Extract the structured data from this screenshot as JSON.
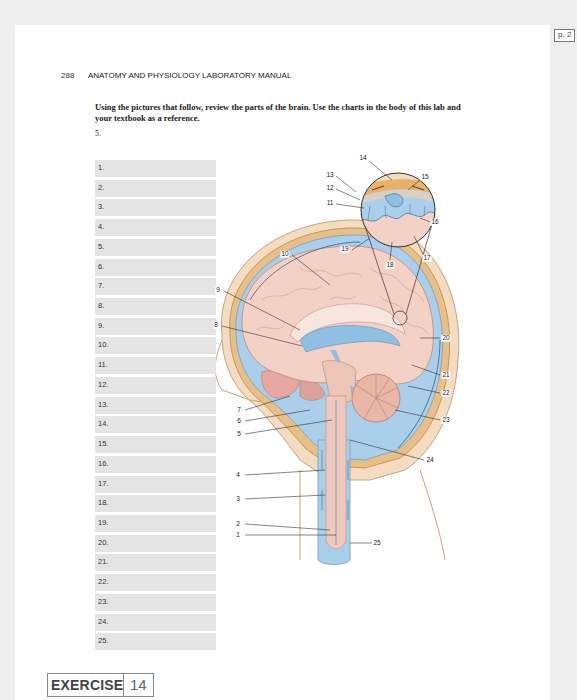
{
  "diagram": {
    "nodes": [
      {
        "text": [
          "p. 2"
        ]
      },
      {
        "text": [
          "1."
        ]
      },
      {
        "text": [
          "2."
        ]
      },
      {
        "text": [
          "3."
        ]
      },
      {
        "text": [
          "4."
        ]
      },
      {
        "text": [
          "5."
        ]
      },
      {
        "text": [
          "6."
        ]
      },
      {
        "text": [
          "7."
        ]
      },
      {
        "text": [
          "8."
        ]
      },
      {
        "text": [
          "9."
        ]
      },
      {
        "text": [
          "10."
        ]
      },
      {
        "text": [
          "11."
        ]
      },
      {
        "text": [
          "12."
        ]
      },
      {
        "text": [
          "13."
        ]
      },
      {
        "text": [
          "14."
        ]
      },
      {
        "text": [
          "15."
        ]
      },
      {
        "text": [
          "16."
        ]
      },
      {
        "text": [
          "17."
        ]
      },
      {
        "text": [
          "18."
        ]
      },
      {
        "text": [
          "19."
        ]
      },
      {
        "text": [
          "20."
        ]
      },
      {
        "text": [
          "21."
        ]
      },
      {
        "text": [
          "22."
        ]
      },
      {
        "text": [
          "23."
        ]
      },
      {
        "text": [
          "24."
        ]
      },
      {
        "text": [
          "25."
        ]
      },
      {
        "text": [
          "EXERCISE"
        ]
      },
      {
        "text": [
          "14"
        ]
      }
    ],
    "edges": [],
    "labels": [
      "288",
      "ANATOMY AND PHYSIOLOGY LABORATORY MANUAL",
      "Using the pictures that follow, review the parts of the brain. Use the charts in the body of this lab and your textbook as a reference.",
      "5.",
      "1",
      "2",
      "3",
      "4",
      "5",
      "6",
      "7",
      "8",
      "9",
      "10",
      "11",
      "12",
      "13",
      "14",
      "15",
      "16",
      "17",
      "18",
      "19",
      "20",
      "21",
      "22",
      "23",
      "24",
      "25"
    ]
  }
}
